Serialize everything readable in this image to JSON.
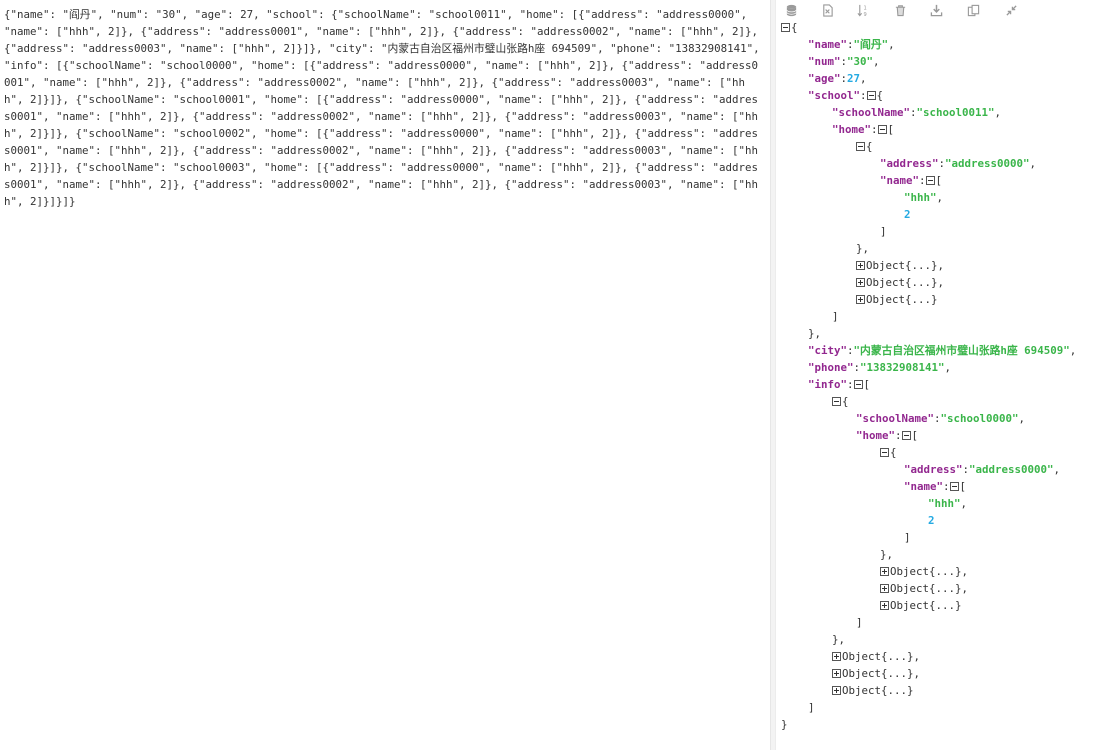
{
  "raw_json_text": "{\"name\": \"阎丹\", \"num\": \"30\", \"age\": 27, \"school\": {\"schoolName\": \"school0011\", \"home\": [{\"address\": \"address0000\", \"name\": [\"hhh\", 2]}, {\"address\": \"address0001\", \"name\": [\"hhh\", 2]}, {\"address\": \"address0002\", \"name\": [\"hhh\", 2]}, {\"address\": \"address0003\", \"name\": [\"hhh\", 2]}]}, \"city\": \"内蒙古自治区福州市璧山张路h座 694509\", \"phone\": \"13832908141\", \"info\": [{\"schoolName\": \"school0000\", \"home\": [{\"address\": \"address0000\", \"name\": [\"hhh\", 2]}, {\"address\": \"address0001\", \"name\": [\"hhh\", 2]}, {\"address\": \"address0002\", \"name\": [\"hhh\", 2]}, {\"address\": \"address0003\", \"name\": [\"hhh\", 2]}]}, {\"schoolName\": \"school0001\", \"home\": [{\"address\": \"address0000\", \"name\": [\"hhh\", 2]}, {\"address\": \"address0001\", \"name\": [\"hhh\", 2]}, {\"address\": \"address0002\", \"name\": [\"hhh\", 2]}, {\"address\": \"address0003\", \"name\": [\"hhh\", 2]}]}, {\"schoolName\": \"school0002\", \"home\": [{\"address\": \"address0000\", \"name\": [\"hhh\", 2]}, {\"address\": \"address0001\", \"name\": [\"hhh\", 2]}, {\"address\": \"address0002\", \"name\": [\"hhh\", 2]}, {\"address\": \"address0003\", \"name\": [\"hhh\", 2]}]}, {\"schoolName\": \"school0003\", \"home\": [{\"address\": \"address0000\", \"name\": [\"hhh\", 2]}, {\"address\": \"address0001\", \"name\": [\"hhh\", 2]}, {\"address\": \"address0002\", \"name\": [\"hhh\", 2]}, {\"address\": \"address0003\", \"name\": [\"hhh\", 2]}]}]}",
  "toolbar": {
    "icons": [
      "database-icon",
      "file-icon",
      "sort-icon",
      "trash-icon",
      "download-icon",
      "copy-icon",
      "collapse-icon"
    ]
  },
  "colors": {
    "key": "#92278f",
    "string": "#3ab54a",
    "number": "#25aae2",
    "punctuation": "#333333",
    "toolbar_icon": "#9a9a9a"
  },
  "tree": {
    "open_brace": "{",
    "close_brace": "}",
    "name_key": "\"name\"",
    "name_value": "\"阎丹\"",
    "num_key": "\"num\"",
    "num_value": "\"30\"",
    "age_key": "\"age\"",
    "age_value": "27",
    "school_key": "\"school\"",
    "school_name_key": "\"schoolName\"",
    "school_name_value": "\"school0011\"",
    "home_key": "\"home\"",
    "address_key": "\"address\"",
    "address_value": "\"address0000\"",
    "name_arr_key": "\"name\"",
    "arr_str": "\"hhh\"",
    "arr_num": "2",
    "collapsed_object": "Object{...}",
    "city_key": "\"city\"",
    "city_value": "\"内蒙古自治区福州市璧山张路h座 694509\"",
    "phone_key": "\"phone\"",
    "phone_value": "\"13832908141\"",
    "info_key": "\"info\"",
    "info_school_name_value": "\"school0000\""
  }
}
